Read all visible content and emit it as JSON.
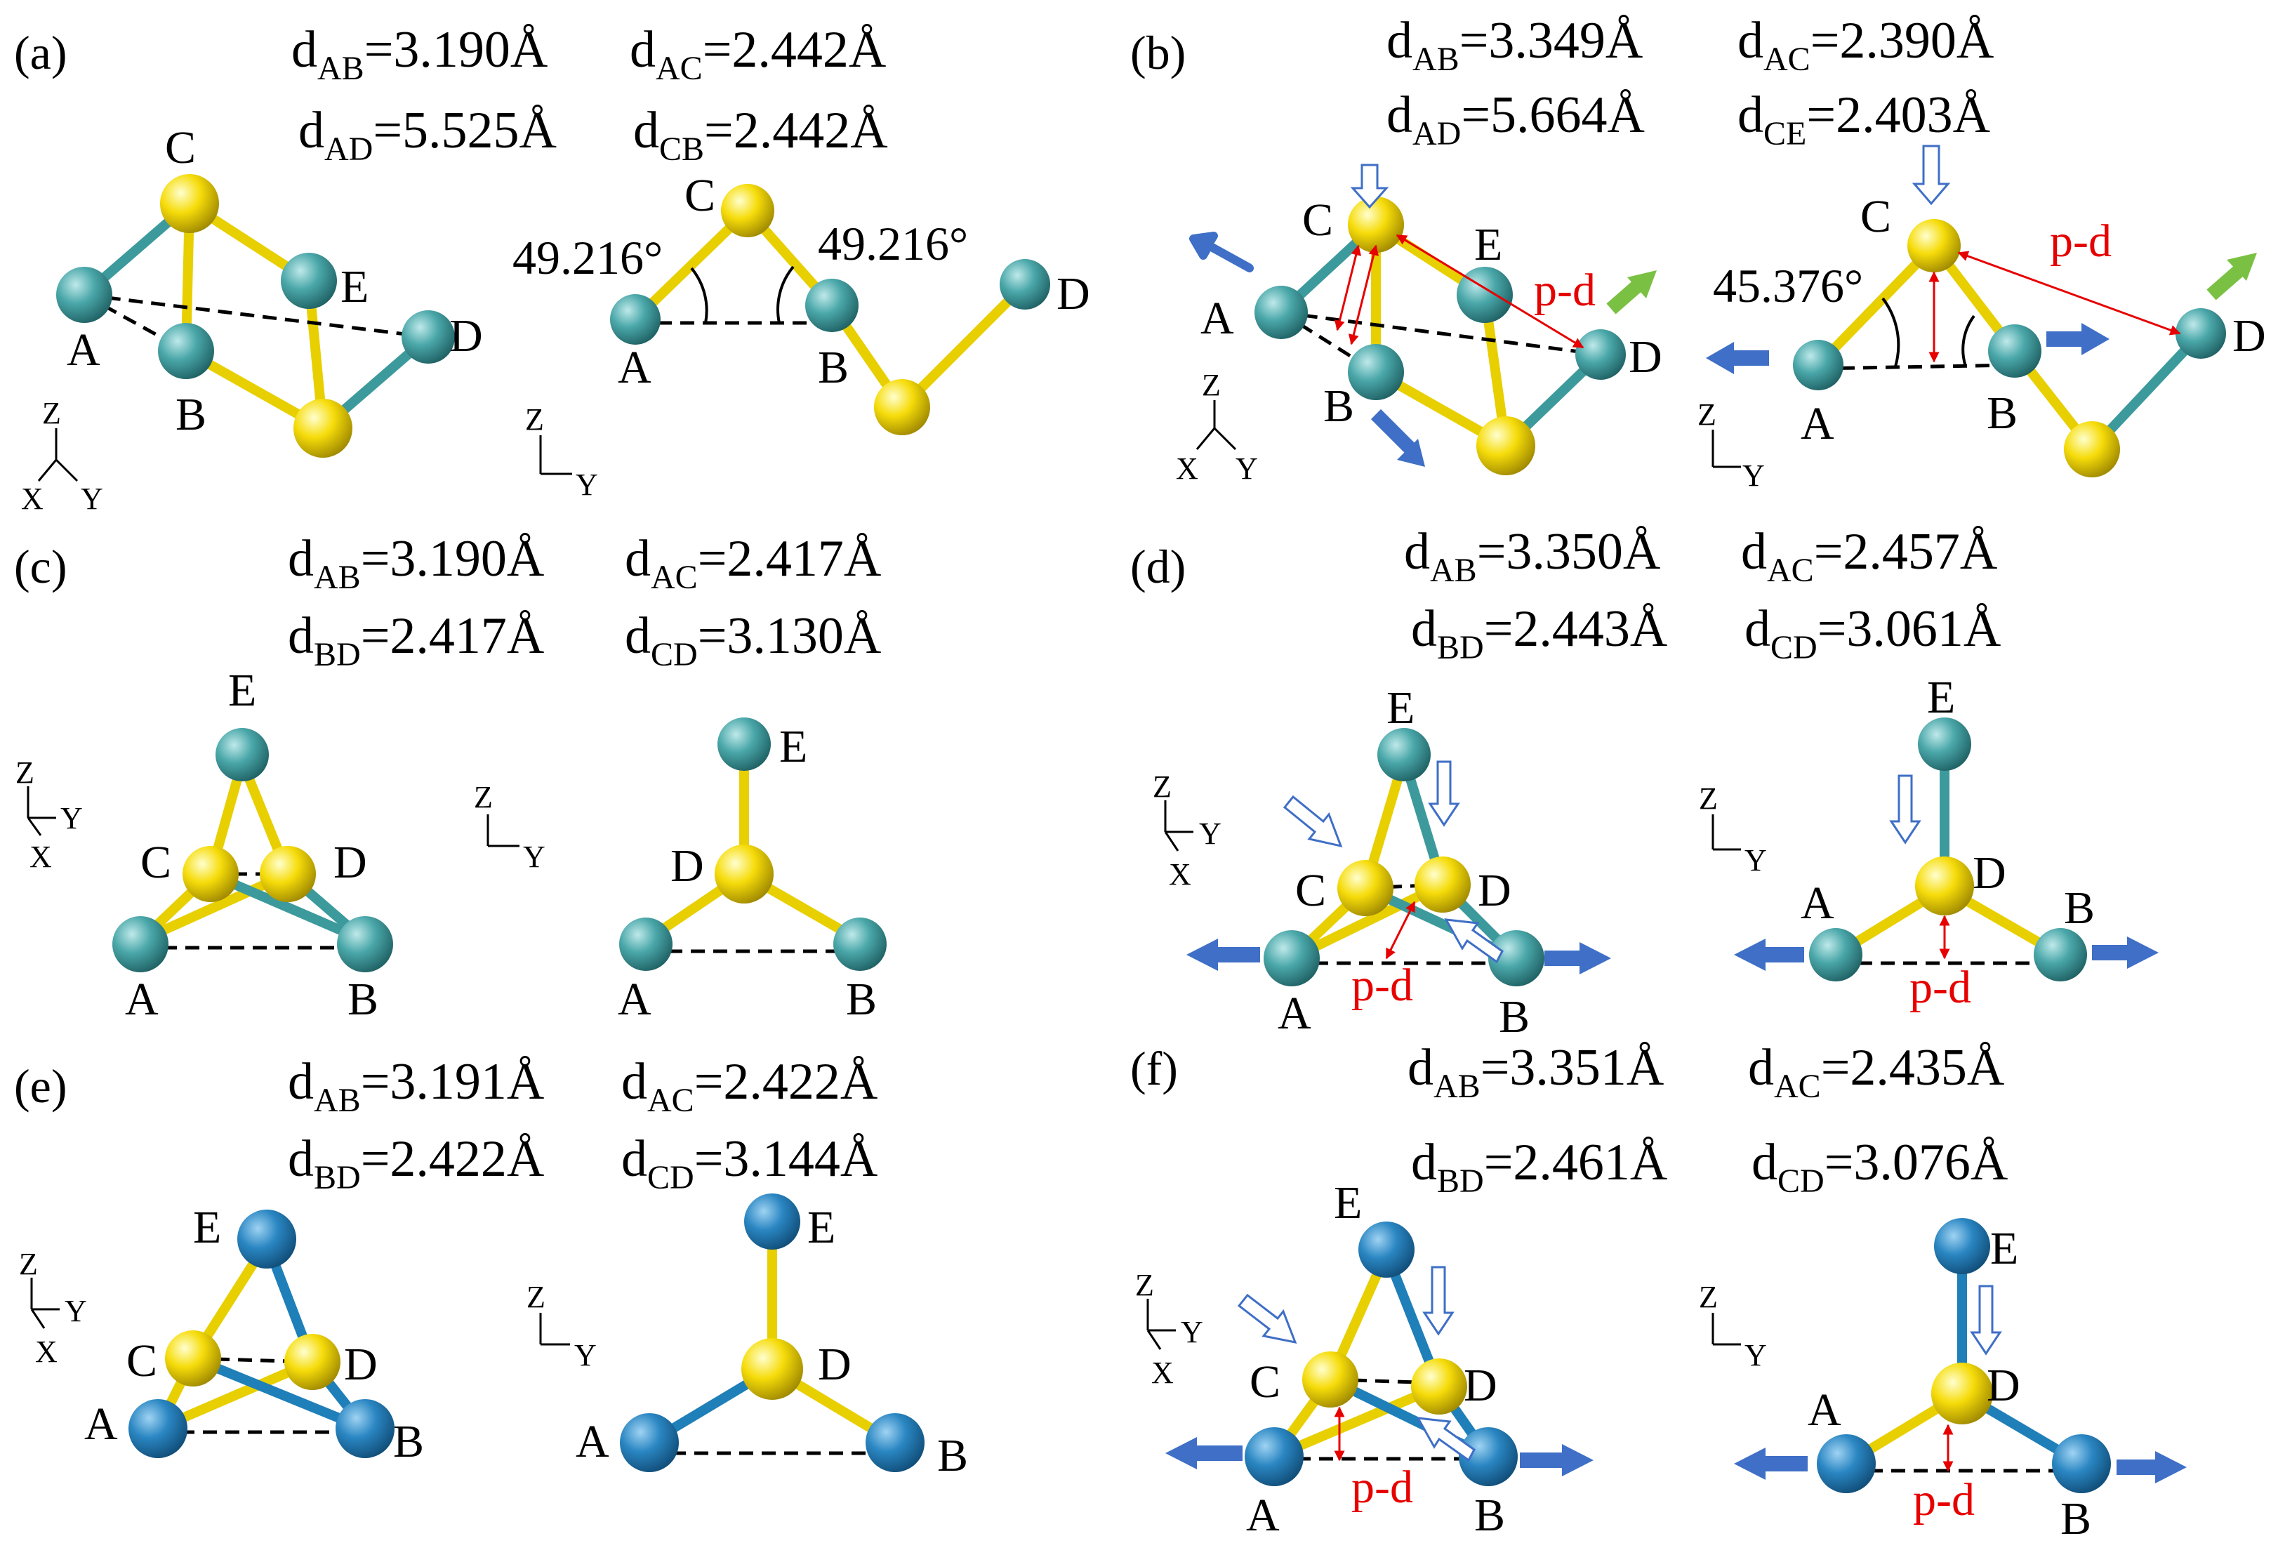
{
  "colors": {
    "metal_teal": "#3d9a9c",
    "metal_blue": "#1f7fb8",
    "chalcogen": "#f5d800",
    "shift_arrow": "#3f6fc6",
    "out_arrow": "#7ac143",
    "pd_red": "#e60000"
  },
  "panels": [
    {
      "label": "(a)",
      "distances": [
        {
          "sub": "AB",
          "val": "=3.190Å"
        },
        {
          "sub": "AC",
          "val": "=2.442Å"
        },
        {
          "sub": "AD",
          "val": "=5.525Å"
        },
        {
          "sub": "CB",
          "val": "=2.442Å"
        }
      ],
      "atoms": [
        "A",
        "B",
        "C",
        "D",
        "E"
      ],
      "atoms_right": [
        "A",
        "B",
        "C",
        "D"
      ],
      "angles": [
        "49.216°",
        "49.216°"
      ],
      "pd": [],
      "axes_left": [
        "Z",
        "X",
        "Y"
      ],
      "axes_right": [
        "Z",
        "Y"
      ]
    },
    {
      "label": "(b)",
      "distances": [
        {
          "sub": "AB",
          "val": "=3.349Å"
        },
        {
          "sub": "AC",
          "val": "=2.390Å"
        },
        {
          "sub": "AD",
          "val": "=5.664Å"
        },
        {
          "sub": "CE",
          "val": "=2.403Å"
        }
      ],
      "atoms": [
        "A",
        "B",
        "C",
        "D",
        "E"
      ],
      "atoms_right": [
        "A",
        "B",
        "C",
        "D"
      ],
      "angles": [
        "45.376°"
      ],
      "pd": [
        "p-d",
        "p-d"
      ],
      "axes_left": [
        "Z",
        "X",
        "Y"
      ],
      "axes_right": [
        "Z",
        "Y"
      ]
    },
    {
      "label": "(c)",
      "distances": [
        {
          "sub": "AB",
          "val": "=3.190Å"
        },
        {
          "sub": "AC",
          "val": "=2.417Å"
        },
        {
          "sub": "BD",
          "val": "=2.417Å"
        },
        {
          "sub": "CD",
          "val": "=3.130Å"
        }
      ],
      "atoms": [
        "A",
        "B",
        "C",
        "D",
        "E"
      ],
      "atoms_right": [
        "A",
        "B",
        "D",
        "E"
      ],
      "pd": [],
      "axes_left": [
        "Z",
        "Y",
        "X"
      ],
      "axes_right": [
        "Z",
        "Y"
      ]
    },
    {
      "label": "(d)",
      "distances": [
        {
          "sub": "AB",
          "val": "=3.350Å"
        },
        {
          "sub": "AC",
          "val": "=2.457Å"
        },
        {
          "sub": "BD",
          "val": "=2.443Å"
        },
        {
          "sub": "CD",
          "val": "=3.061Å"
        }
      ],
      "atoms": [
        "A",
        "B",
        "C",
        "D",
        "E"
      ],
      "atoms_right": [
        "A",
        "B",
        "D",
        "E"
      ],
      "pd": [
        "p-d",
        "p-d"
      ],
      "axes_left": [
        "Z",
        "Y",
        "X"
      ],
      "axes_right": [
        "Z",
        "Y"
      ]
    },
    {
      "label": "(e)",
      "distances": [
        {
          "sub": "AB",
          "val": "=3.191Å"
        },
        {
          "sub": "AC",
          "val": "=2.422Å"
        },
        {
          "sub": "BD",
          "val": "=2.422Å"
        },
        {
          "sub": "CD",
          "val": "=3.144Å"
        }
      ],
      "atoms": [
        "A",
        "B",
        "C",
        "D",
        "E"
      ],
      "atoms_right": [
        "A",
        "B",
        "D",
        "E"
      ],
      "pd": [],
      "axes_left": [
        "Z",
        "Y",
        "X"
      ],
      "axes_right": [
        "Z",
        "Y"
      ]
    },
    {
      "label": "(f)",
      "distances": [
        {
          "sub": "AB",
          "val": "=3.351Å"
        },
        {
          "sub": "AC",
          "val": "=2.435Å"
        },
        {
          "sub": "BD",
          "val": "=2.461Å"
        },
        {
          "sub": "CD",
          "val": "=3.076Å"
        }
      ],
      "atoms": [
        "A",
        "B",
        "C",
        "D",
        "E"
      ],
      "atoms_right": [
        "A",
        "B",
        "D",
        "E"
      ],
      "pd": [
        "p-d",
        "p-d"
      ],
      "axes_left": [
        "Z",
        "Y",
        "X"
      ],
      "axes_right": [
        "Z",
        "Y"
      ]
    }
  ]
}
